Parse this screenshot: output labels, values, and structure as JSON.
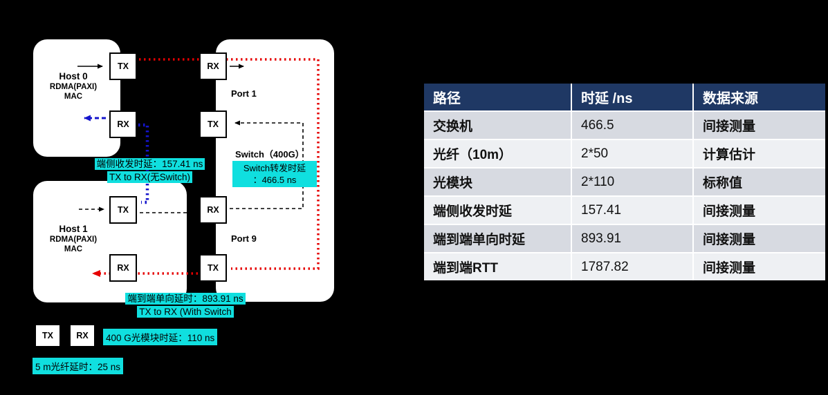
{
  "colors": {
    "page_bg": "#000000",
    "cyan_highlight": "#10dfdf",
    "red_path": "#e60000",
    "blue_path": "#1414cc",
    "table_header_bg": "#1f3864",
    "row_dark": "#d7dae1",
    "row_light": "#eef0f3"
  },
  "diagram": {
    "host0": {
      "name": "Host 0",
      "sub1": "RDMA(PAXI)",
      "sub2": "MAC"
    },
    "host1": {
      "name": "Host 1",
      "sub1": "RDMA(PAXI)",
      "sub2": "MAC"
    },
    "port1_label": "Port 1",
    "port9_label": "Port 9",
    "switch_label": "Switch（400G）",
    "switch_delay": {
      "line1": "Switch转发时延",
      "line2": "：466.5 ns"
    },
    "boxes": {
      "h0tx": "TX",
      "h0rx": "RX",
      "h1tx": "TX",
      "h1rx": "RX",
      "p1rx": "RX",
      "p1tx": "TX",
      "p9rx": "RX",
      "p9tx": "TX"
    },
    "annotations": {
      "side": {
        "line1": "端侧收发时延：157.41 ns",
        "line2": "TX to RX(无Switch)"
      },
      "e2e": {
        "line1": "端到端单向延时：893.91 ns",
        "line2": "TX to RX (With Switch"
      }
    },
    "legend": {
      "tx": "TX",
      "rx": "RX",
      "module_delay": "400 G光模块时延：110 ns",
      "fiber_delay": "5 m光纤延时：25 ns"
    }
  },
  "table": {
    "headers": [
      "路径",
      "时延 /ns",
      "数据来源"
    ],
    "rows": [
      {
        "path": "交换机",
        "delay": "466.5",
        "source": "间接测量"
      },
      {
        "path": "光纤（10m）",
        "delay": "2*50",
        "source": "计算估计"
      },
      {
        "path": "光模块",
        "delay": "2*110",
        "source": "标称值"
      },
      {
        "path": "端侧收发时延",
        "delay": "157.41",
        "source": "间接测量"
      },
      {
        "path": "端到端单向时延",
        "delay": "893.91",
        "source": "间接测量"
      },
      {
        "path": "端到端RTT",
        "delay": "1787.82",
        "source": "间接测量"
      }
    ]
  }
}
